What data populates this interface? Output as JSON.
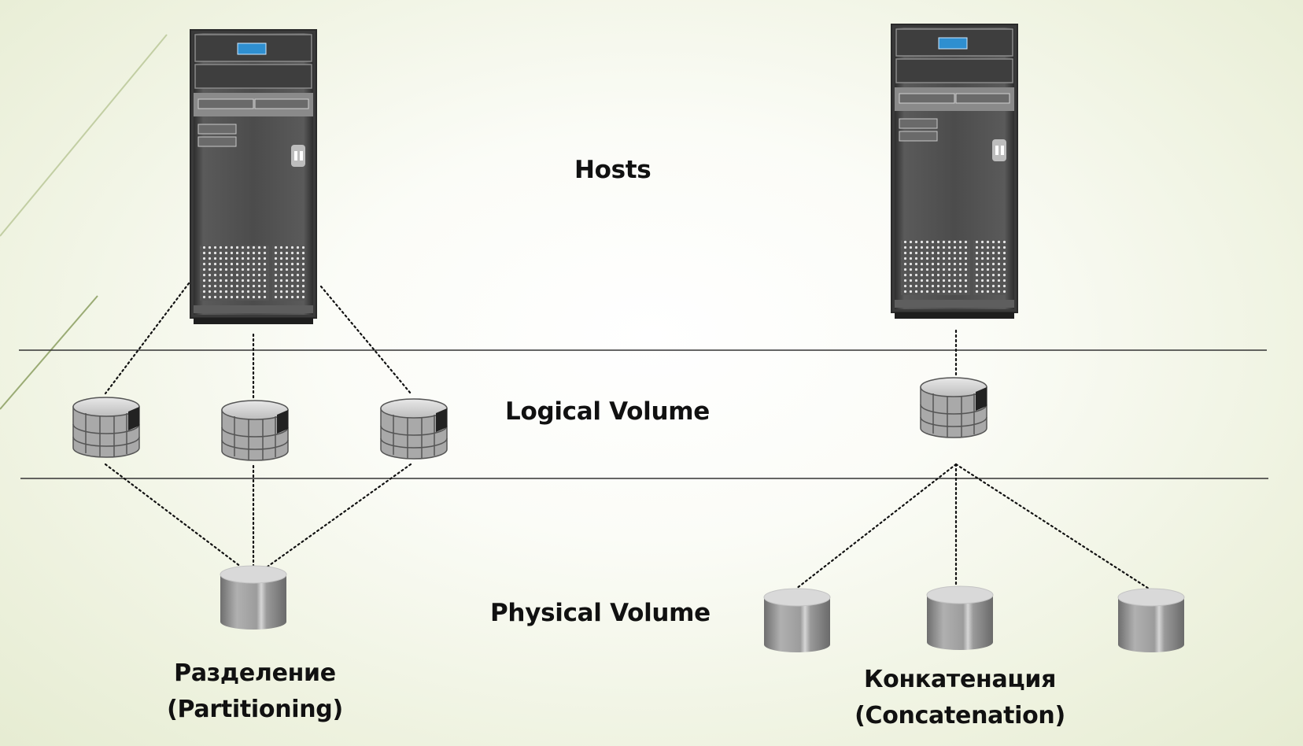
{
  "layers": {
    "hosts": "Hosts",
    "logical": "Logical Volume",
    "physical": "Physical Volume"
  },
  "captions": {
    "partitioning": {
      "line1": "Разделение",
      "line2": "(Partitioning)"
    },
    "concatenation": {
      "line1": "Конкатенация",
      "line2": "(Concatenation)"
    }
  },
  "colors": {
    "background": "#f3f6e8",
    "accent_line": "#b9c79a",
    "server_body": "#4a4a4a",
    "server_screen": "#2f8fd0",
    "disk": "#a3a3a3",
    "separator": "#333333"
  },
  "icons": {
    "host": "server-tower-icon",
    "logical_volume": "striped-disk-icon",
    "physical_volume": "disk-cylinder-icon"
  }
}
